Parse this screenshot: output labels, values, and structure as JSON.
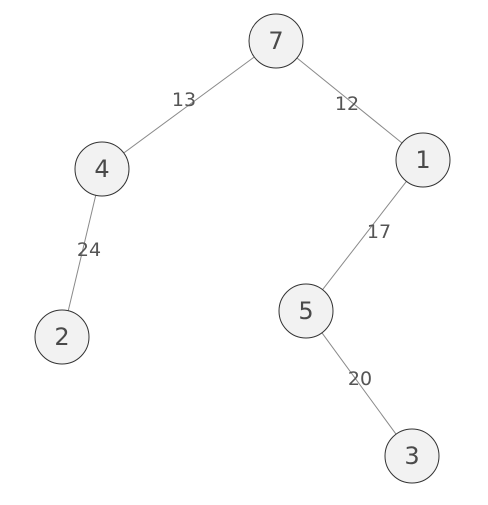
{
  "graph": {
    "nodes": [
      {
        "id": "n7",
        "label": "7"
      },
      {
        "id": "n4",
        "label": "4"
      },
      {
        "id": "n1",
        "label": "1"
      },
      {
        "id": "n2",
        "label": "2"
      },
      {
        "id": "n5",
        "label": "5"
      },
      {
        "id": "n3",
        "label": "3"
      }
    ],
    "edges": [
      {
        "from": "n7",
        "to": "n4",
        "weight": "13"
      },
      {
        "from": "n7",
        "to": "n1",
        "weight": "12"
      },
      {
        "from": "n4",
        "to": "n2",
        "weight": "24"
      },
      {
        "from": "n1",
        "to": "n5",
        "weight": "17"
      },
      {
        "from": "n5",
        "to": "n3",
        "weight": "20"
      }
    ]
  },
  "colors": {
    "node_fill": "#f2f2f2",
    "node_stroke": "#333333",
    "edge": "#8a8a8a",
    "text": "#4a4a4a"
  }
}
